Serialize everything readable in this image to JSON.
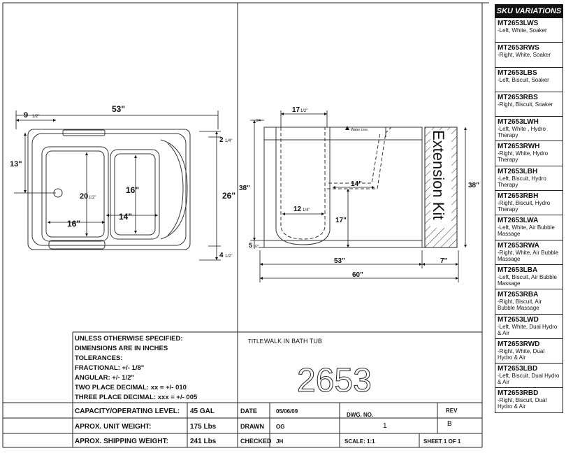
{
  "sku_panel": {
    "header": "SKU VARIATIONS",
    "items": [
      {
        "code": "MT2653LWS",
        "desc": "-Left, White, Soaker"
      },
      {
        "code": "MT2653RWS",
        "desc": "-Right, White, Soaker"
      },
      {
        "code": "MT2653LBS",
        "desc": "-Left, Biscuit, Soaker"
      },
      {
        "code": "MT2653RBS",
        "desc": "-Right, Biscuit, Soaker"
      },
      {
        "code": "MT2653LWH",
        "desc": "-Left, White , Hydro Therapy"
      },
      {
        "code": "MT2653RWH",
        "desc": "-Right, White, Hydro Therapy"
      },
      {
        "code": "MT2653LBH",
        "desc": "-Left, Biscuit, Hydro Therapy"
      },
      {
        "code": "MT2653RBH",
        "desc": "-Right, Biscuit, Hydro Therapy"
      },
      {
        "code": "MT2653LWA",
        "desc": "-Left, White, Air Bubble Massage"
      },
      {
        "code": "MT2653RWA",
        "desc": "-Right, White, Air Bubble Massage"
      },
      {
        "code": "MT2653LBA",
        "desc": "-Left, Biscuit, Air Bubble Massage"
      },
      {
        "code": "MT2653RBA",
        "desc": "-Right, Biscuit, Air Bubble Massage"
      },
      {
        "code": "MT2653LWD",
        "desc": "-Left, White, Dual Hydro & Air"
      },
      {
        "code": "MT2653RWD",
        "desc": "-Right, White, Dual Hydro & Air"
      },
      {
        "code": "MT2653LBD",
        "desc": "-Left, Biscuit, Dual Hydro & Air"
      },
      {
        "code": "MT2653RBD",
        "desc": "-Right, Biscuit, Dual Hydro & Air"
      }
    ]
  },
  "top_view": {
    "dim_width": "53\"",
    "dim_left": "9",
    "dim_left_frac": "1/2\"",
    "dim_height_left": "13\"",
    "dim_inner_height": "20",
    "dim_inner_height_frac": "1/2\"",
    "dim_seat_height": "16\"",
    "dim_seat_width": "14\"",
    "dim_inner_width": "16\"",
    "dim_overall_depth": "26\"",
    "dim_top_right": "2",
    "dim_top_right_frac": "1/4\"",
    "dim_bottom_right": "4",
    "dim_bottom_right_frac": "1/2\""
  },
  "side_view": {
    "dim_top": "17",
    "dim_top_frac": "1/2\"",
    "dim_small_top": "3/4",
    "water_line": "Water Line",
    "dim_height": "38\"",
    "dim_seat": "14\"",
    "dim_bottom": "12",
    "dim_bottom_frac": "1/4\"",
    "dim_seat_height": "17\"",
    "dim_base": "5",
    "dim_base_frac": "1/2\"",
    "dim_tub_width": "53\"",
    "dim_kit_width": "7\"",
    "dim_total_width": "60\"",
    "kit_label": "Extension Kit",
    "kit_height": "38\""
  },
  "notes": {
    "lines": [
      "UNLESS OTHERWISE SPECIFIED:",
      "DIMENSIONS ARE IN INCHES",
      "TOLERANCES:",
      "FRACTIONAL: +/- 1/8\"",
      "ANGULAR: +/- 1/2\"",
      "TWO PLACE DECIMAL: xx = +/- 010",
      "THREE PLACE DECIMAL: xxx = +/- 005"
    ]
  },
  "title_block": {
    "title_label": "TITLE:",
    "title_value": "WALK IN BATH TUB",
    "model_number": "2653",
    "capacity_label": "CAPACITY/OPERATING LEVEL:",
    "capacity_value": "45 GAL",
    "weight_label": "APROX. UNIT WEIGHT:",
    "weight_value": "175 Lbs",
    "ship_label": "APROX. SHIPPING WEIGHT:",
    "ship_value": "241 Lbs",
    "date_label": "DATE",
    "date_value": "05/06/09",
    "drawn_label": "DRAWN",
    "drawn_value": "OG",
    "checked_label": "CHECKED",
    "checked_value": "JH",
    "dwg_label": "DWG. NO.",
    "dwg_value": "1",
    "rev_label": "REV",
    "rev_value": "B",
    "scale_label": "SCALE: 1:1",
    "sheet_label": "SHEET 1 OF 1"
  }
}
